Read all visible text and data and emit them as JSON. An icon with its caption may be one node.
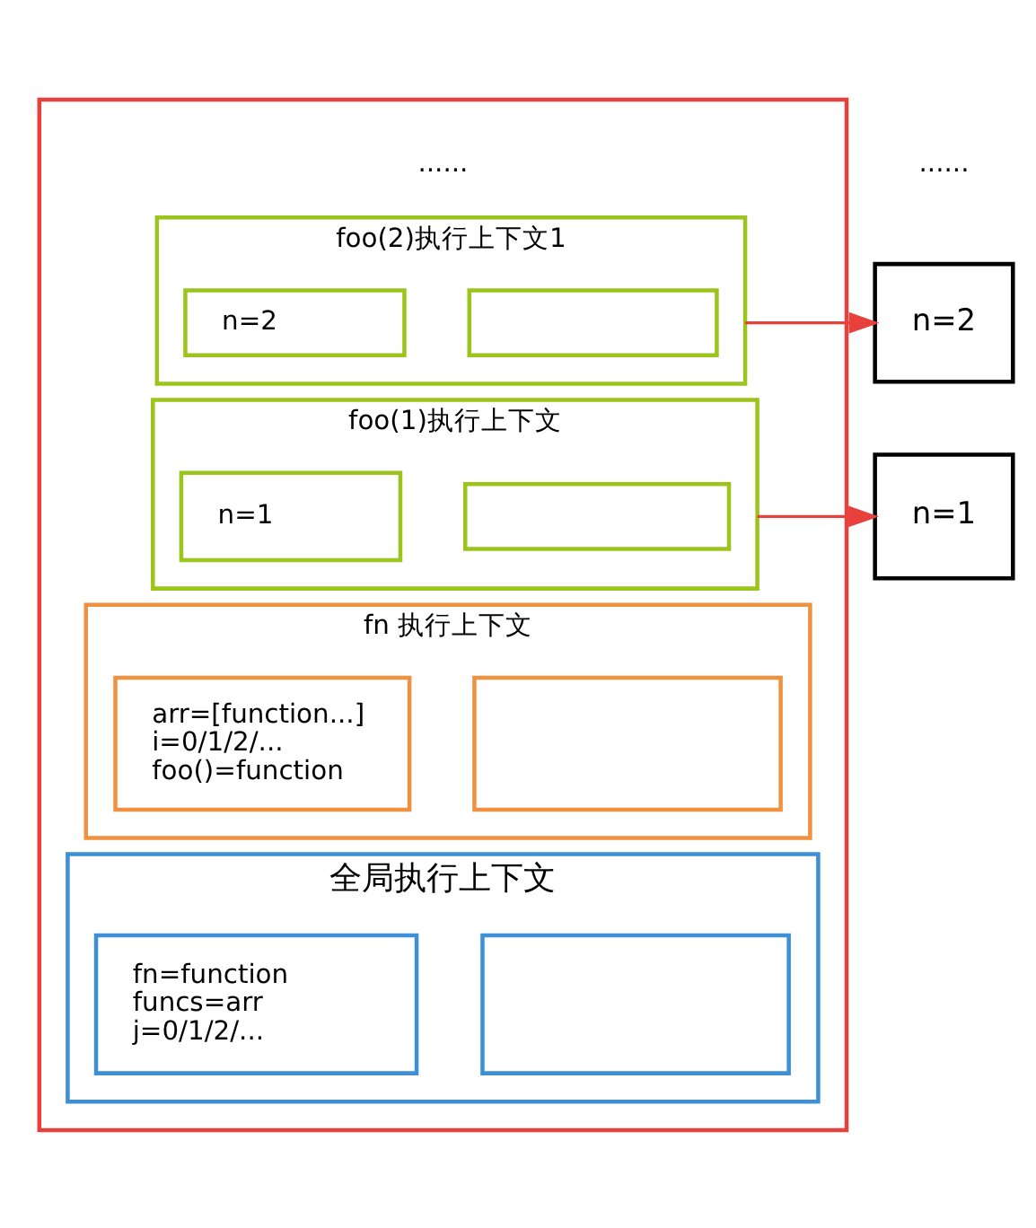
{
  "diagram": {
    "nodes": [
      {
        "text": [],
        "shape": "box"
      },
      {
        "text": [
          "foo(2)执行上下文1"
        ],
        "in": 0
      },
      {
        "text": [
          "n=2"
        ],
        "in": 1
      },
      {
        "text": [],
        "shape": "box",
        "in": 1
      },
      {
        "text": [
          "foo(1)执行上下文"
        ],
        "in": 0
      },
      {
        "text": [
          "n=1"
        ],
        "in": 4
      },
      {
        "text": [],
        "shape": "box",
        "in": 4
      },
      {
        "text": [
          "fn 执行上下文"
        ],
        "in": 0
      },
      {
        "text": [
          "arr=[function...]",
          "i=0/1/2/...",
          "foo()=function"
        ],
        "in": 7
      },
      {
        "text": [],
        "shape": "box",
        "in": 7
      },
      {
        "text": [
          "全局执行上下文"
        ],
        "in": 0
      },
      {
        "text": [
          "fn=function",
          "funcs=arr",
          "j=0/1/2/..."
        ],
        "in": 10
      },
      {
        "text": [],
        "shape": "box",
        "in": 10
      },
      {
        "text": [
          "n=2"
        ]
      },
      {
        "text": [
          "n=1"
        ]
      }
    ],
    "edges": [
      {
        "from": 1,
        "to": 13,
        "arrow": "to",
        "color": "#e8413c"
      },
      {
        "from": 4,
        "to": 14,
        "arrow": "to",
        "color": "#e8413c"
      }
    ],
    "labels": [
      "......",
      "......"
    ]
  }
}
